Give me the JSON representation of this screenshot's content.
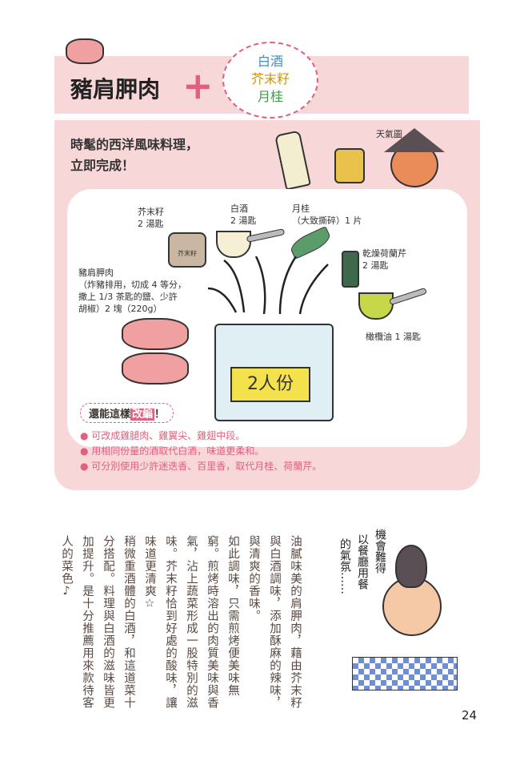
{
  "title": "豬肩胛肉",
  "plus": "+",
  "extras": [
    "白酒",
    "芥末籽",
    "月桂"
  ],
  "subtitle": [
    "時髦的西洋風味料理，",
    "立即完成！"
  ],
  "character_label": "天氣圖",
  "ingredients": {
    "mustard": {
      "name": "芥末籽",
      "amount": "2 湯匙",
      "jar_label": "芥末籽"
    },
    "wine": {
      "name": "白酒",
      "amount": "2 湯匙"
    },
    "bay": {
      "name": "月桂",
      "amount": "（大致撕碎）1 片"
    },
    "parsley": {
      "name": "乾燥荷蘭芹",
      "amount": "2 湯匙"
    },
    "pork": {
      "name": "豬肩胛肉",
      "detail": [
        "（炸豬排用，切成 4 等分，",
        "撒上 1/3 茶匙的鹽、少許",
        "胡椒）2 塊（220g）"
      ]
    },
    "oil": {
      "name": "橄欖油 1 湯匙"
    }
  },
  "portion": "2人份",
  "tips": {
    "tag_pre": "還能這樣",
    "tag_hl": "改編",
    "tag_post": "！",
    "items": [
      "可改成雞腿肉、雞翼尖、雞翅中段。",
      "用相同份量的酒取代白酒，味道更柔和。",
      "可分別使用少許迷迭香、百里香，取代月桂、荷蘭芹。"
    ]
  },
  "body_columns": [
    "油膩味美的肩胛肉，藉由芥末籽",
    "與白酒調味，添加酥麻的辣味，",
    "與清爽的香味。",
    "如此調味，只需煎烤便美味無",
    "窮。煎烤時溶出的肉質美味與香",
    "氣，沾上蔬菜形成一股特別的滋",
    "味。芥末籽恰到好處的酸味，讓",
    "味道更清爽☆",
    "稍微重酒體的白酒，和這道菜十",
    "分搭配。料理與白酒的滋味皆更",
    "加提升。是十分推薦用來款待客",
    "人的菜色♪"
  ],
  "speech": [
    "機會難得",
    "以餐廳用餐",
    "的氣氛……"
  ],
  "page_number": "24"
}
